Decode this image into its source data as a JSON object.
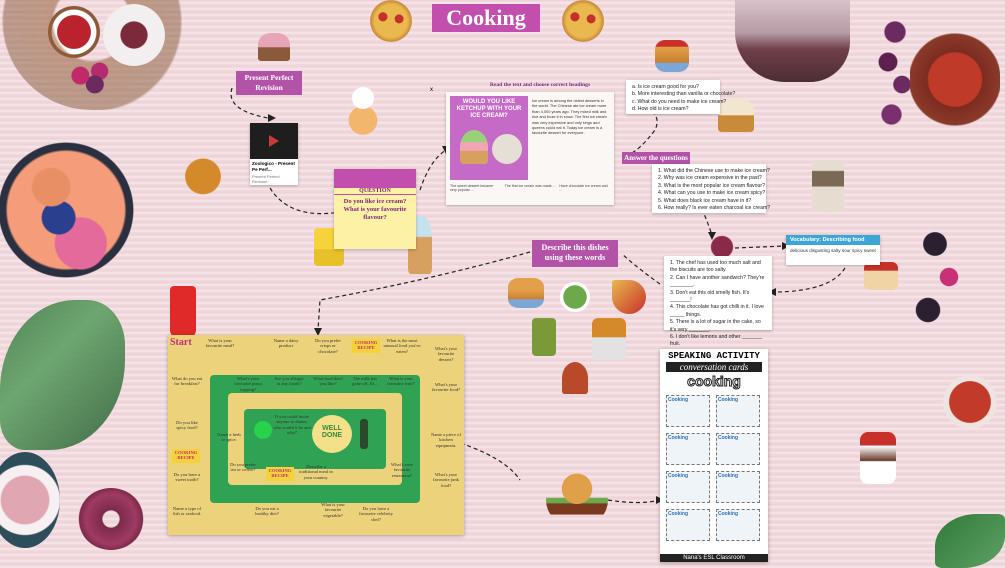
{
  "title": "Cooking",
  "present_perfect": {
    "label": "Present Perfect Revision",
    "video_title": "Zoologico - Present Pe Perf...",
    "video_sub": "Present Perfect Revision"
  },
  "question_note": {
    "heading": "QUESTION",
    "text": "Do you like ice cream? What is your favourite flavour?"
  },
  "reading": {
    "label": "Read the text and choose correct headings",
    "poster_title": "WOULD YOU LIKE KETCHUP WITH YOUR ICE CREAM?",
    "body": "Ice cream is among the oldest desserts in the world. The Chinese ate ice cream more than 4,000 years ago. They mixed milk and rice and froze it in snow. The first ice cream was very expensive and only kings and queens could eat it. Today ice cream is a favourite dessert for everyone.",
    "footer": [
      "The sweet dessert became very popular ...",
      "The first ice cream was made...",
      "Have chocolate ice cream and ..."
    ],
    "corner_mark": "x"
  },
  "top_questions": {
    "items": [
      "a. Is ice cream good for you?",
      "b. More interesting than vanilla or chocolate?",
      "c. What do you need to make ice cream?",
      "d. How old is ice cream?"
    ]
  },
  "answer": {
    "label": "Answer the questions",
    "items": [
      "1. What did the Chinese use to make ice cream?",
      "2. Why was ice cream expensive in the past?",
      "3. What is the most popular ice cream flavour?",
      "4. What can you use to make ice cream spicy?",
      "5. What does black ice cream have in it?",
      "6. How really? Is ever eaten charcoal ice cream?"
    ]
  },
  "vocabulary": {
    "label": "Vocabulary: Describing food",
    "words": "delicious  disgusting  salty  sour  spicy  sweet"
  },
  "describe": {
    "label": "Describe this dishes using these words"
  },
  "fill_in": {
    "items": [
      "1. The chef has used too much salt and the biscuits are too salty.",
      "2. Can I have another sandwich? They're ________.",
      "3. Don't eat this old smelly fish. It's _______!",
      "4. This chocolate has got chilli in it. I love _____ things.",
      "5. There is a lot of sugar in the cake, so it's very _______.",
      "6. I don't like lemons and other _______ fruit."
    ]
  },
  "board": {
    "start": "Start",
    "well_done": "WELL DONE",
    "cells": [
      "What is your favourite meal?",
      "Name a dairy product",
      "Do you prefer crisps or chocolate?",
      "COOKING RECIPE",
      "What is the most unusual food you've eaten?",
      "What's your favourite dessert?",
      "What is your favourite fruit?",
      "What do you eat for breakfast?",
      "What's your favourite pizza topping?",
      "Are you allergic to any foods?",
      "What food don't you like?",
      "The milk has gone off. Its...",
      "What's your favourite food?",
      "Name a herb or spice.",
      "Do you like spicy food?",
      "If you could invite anyone to dinner, who would it be and why?",
      "Do you have a sweet tooth?",
      "Name a piece of kitchen equipment.",
      "Do you prefer tea or coffee?",
      "Describe a traditional meal in your country.",
      "What's your favourite restaurant?",
      "Name a type of fish or seafood.",
      "Do you eat a healthy diet?",
      "What is your favourite vegetable?",
      "Do you have a favourite celebrity chef?",
      "What's your favourite junk food?",
      "COOKING RECIPE",
      "COOKING RECIPE"
    ]
  },
  "speaking": {
    "title": "SPEAKING ACTIVITY",
    "sub": "conversation cards",
    "topic": "cooking",
    "card_label": "Cooking",
    "footer": "Nana's ESL Classroom"
  },
  "colors": {
    "accent": "#c24fae",
    "board_green": "#2fa254",
    "vocab_blue": "#3ea6d6"
  }
}
